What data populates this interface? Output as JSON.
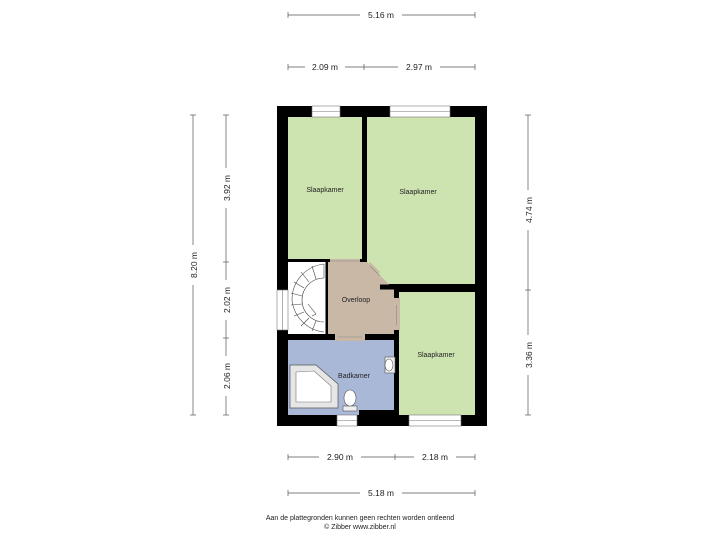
{
  "dimensions": {
    "top_total": "5.16 m",
    "top_left": "2.09 m",
    "top_right": "2.97 m",
    "left_total": "8.20 m",
    "left_upper": "3.92 m",
    "left_middle": "2.02 m",
    "left_lower": "2.06 m",
    "right_upper": "4.74 m",
    "right_lower": "3.36 m",
    "bottom_left": "2.90 m",
    "bottom_right": "2.18 m",
    "bottom_total": "5.18 m"
  },
  "rooms": {
    "bedroom_top_left": "Slaapkamer",
    "bedroom_top_right": "Slaapkamer",
    "bedroom_bottom_right": "Slaapkamer",
    "landing": "Overloop",
    "bathroom": "Badkamer"
  },
  "colors": {
    "bedroom": "#cde3b0",
    "landing": "#c9b8a6",
    "bathroom": "#a9b8d6",
    "wall": "#000000"
  },
  "footer": {
    "disclaimer": "Aan de plattegronden kunnen geen rechten worden ontleend",
    "credit": "© Zibber www.zibber.nl"
  }
}
